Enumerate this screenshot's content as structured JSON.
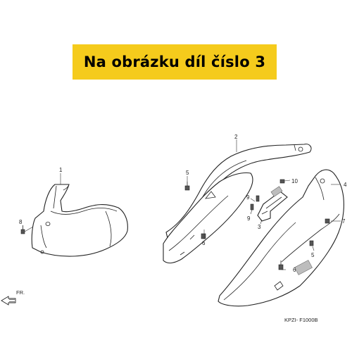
{
  "banner": {
    "text": "Na obrázku díl číslo 3",
    "background": "#f5cb1c"
  },
  "callouts": {
    "part_1": "1",
    "part_2": "2",
    "part_3": "3",
    "part_4": "4",
    "part_5a": "5",
    "part_5b": "5",
    "part_6a": "6",
    "part_6b": "6",
    "part_7": "7",
    "part_8": "8",
    "part_9a": "9",
    "part_9b": "9",
    "part_10": "10"
  },
  "diagram_code": "KPZI- F1000B",
  "direction_label": "FR."
}
